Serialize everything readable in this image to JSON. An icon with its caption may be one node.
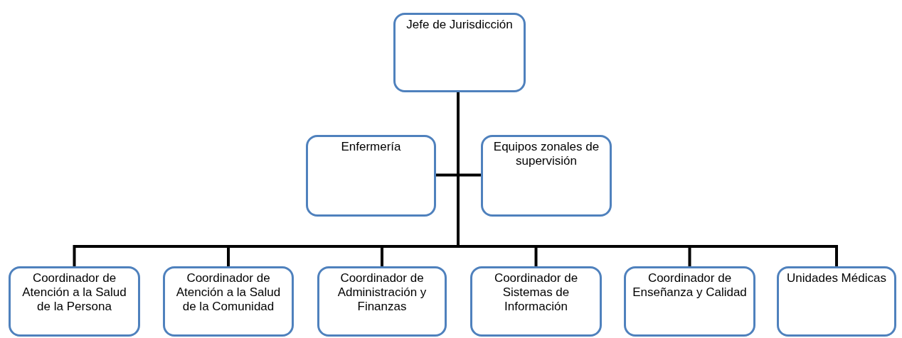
{
  "diagram": {
    "nodes": [
      {
        "text": [
          "Jefe de Jurisdicción"
        ]
      },
      {
        "text": [
          "Enfermería"
        ]
      },
      {
        "text": [
          "Equipos zonales de supervisión"
        ]
      },
      {
        "text": [
          "Coordinador de Atención a la Salud de la Persona"
        ]
      },
      {
        "text": [
          "Coordinador de Atención a la Salud de la Comunidad"
        ]
      },
      {
        "text": [
          "Coordinador de Administración y Finanzas"
        ]
      },
      {
        "text": [
          "Coordinador de Sistemas de Información"
        ]
      },
      {
        "text": [
          "Coordinador de Enseñanza y Calidad"
        ]
      },
      {
        "text": [
          "Unidades Médicas"
        ]
      }
    ],
    "edges": [
      {
        "from": 0,
        "to": 1,
        "arrow": "none"
      },
      {
        "from": 0,
        "to": 2,
        "arrow": "none"
      },
      {
        "from": 0,
        "to": 3,
        "arrow": "none"
      },
      {
        "from": 0,
        "to": 4,
        "arrow": "none"
      },
      {
        "from": 0,
        "to": 5,
        "arrow": "none"
      },
      {
        "from": 0,
        "to": 6,
        "arrow": "none"
      },
      {
        "from": 0,
        "to": 7,
        "arrow": "none"
      },
      {
        "from": 0,
        "to": 8,
        "arrow": "none"
      }
    ]
  }
}
